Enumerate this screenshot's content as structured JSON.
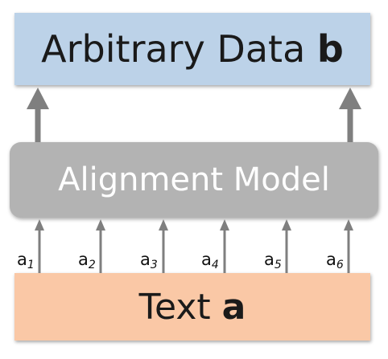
{
  "top_box": {
    "text": "Arbitrary Data",
    "bold_var": "b"
  },
  "middle_box": {
    "text": "Alignment Model"
  },
  "bottom_box": {
    "text": "Text",
    "bold_var": "a"
  },
  "inputs": [
    {
      "base": "a",
      "index": "1"
    },
    {
      "base": "a",
      "index": "2"
    },
    {
      "base": "a",
      "index": "3"
    },
    {
      "base": "a",
      "index": "4"
    },
    {
      "base": "a",
      "index": "5"
    },
    {
      "base": "a",
      "index": "6"
    }
  ],
  "colors": {
    "top_box": "#bcd2e8",
    "middle_box": "#b3b3b3",
    "bottom_box": "#fac8a6",
    "arrow": "#7f7f7f"
  }
}
